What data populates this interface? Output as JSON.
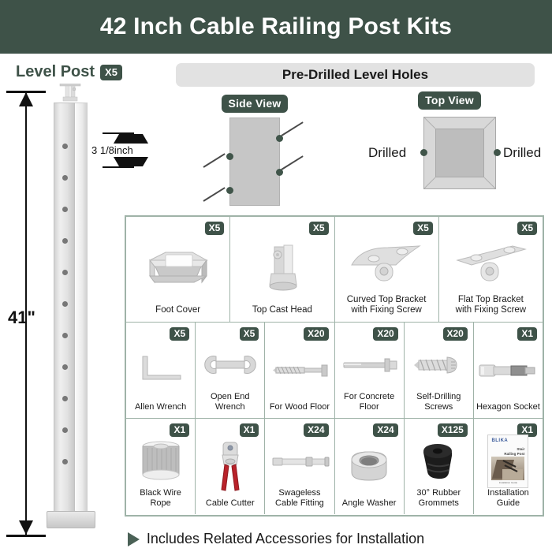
{
  "header": {
    "title": "42 Inch Cable Railing Post Kits",
    "bg_color": "#3e5248"
  },
  "post_panel": {
    "label": "Level Post",
    "qty": "X5",
    "height_label": "41\"",
    "hole_spacing_label": "3 1/8inch"
  },
  "holes_panel": {
    "banner_title": "Pre-Drilled Level Holes",
    "side_view": {
      "title": "Side View"
    },
    "top_view": {
      "title": "Top View",
      "left_label": "Drilled",
      "right_label": "Drilled"
    }
  },
  "accessories": {
    "rows": [
      [
        {
          "name": "Foot Cover",
          "qty": "X5",
          "icon": "foot-cover-icon"
        },
        {
          "name": "Top Cast Head",
          "qty": "X5",
          "icon": "top-cast-head-icon"
        },
        {
          "name": "Curved Top Bracket\nwith Fixing Screw",
          "qty": "X5",
          "icon": "curved-top-bracket-icon"
        },
        {
          "name": "Flat Top Bracket\nwith Fixing Screw",
          "qty": "X5",
          "icon": "flat-top-bracket-icon"
        }
      ],
      [
        {
          "name": "Allen Wrench",
          "qty": "X5",
          "icon": "allen-wrench-icon"
        },
        {
          "name": "Open End\nWrench",
          "qty": "X5",
          "icon": "open-end-wrench-icon"
        },
        {
          "name": "For Wood Floor",
          "qty": "X20",
          "icon": "wood-screw-icon"
        },
        {
          "name": "For Concrete\nFloor",
          "qty": "X20",
          "icon": "concrete-anchor-icon"
        },
        {
          "name": "Self-Drilling\nScrews",
          "qty": "X20",
          "icon": "self-drilling-screw-icon"
        },
        {
          "name": "Hexagon Socket",
          "qty": "X1",
          "icon": "hexagon-socket-icon"
        }
      ],
      [
        {
          "name": "Black Wire Rope",
          "qty": "X1",
          "icon": "wire-rope-spool-icon"
        },
        {
          "name": "Cable Cutter",
          "qty": "X1",
          "icon": "cable-cutter-icon"
        },
        {
          "name": "Swageless\nCable Fitting",
          "qty": "X24",
          "icon": "swageless-fitting-icon"
        },
        {
          "name": "Angle Washer",
          "qty": "X24",
          "icon": "angle-washer-icon"
        },
        {
          "name": "30° Rubber\nGrommets",
          "qty": "X125",
          "icon": "rubber-grommet-icon"
        },
        {
          "name": "Installation Guide",
          "qty": "X1",
          "icon": "installation-guide-icon"
        }
      ]
    ],
    "guide_booklet": {
      "brand": "BLIKA",
      "title": "Stair\nRailing Post"
    }
  },
  "footer": {
    "text": "Includes Related Accessories for Installation"
  },
  "colors": {
    "brand_green": "#3e5248",
    "grid_border": "#9fb3a8",
    "banner_bg": "#e2e2e2"
  }
}
